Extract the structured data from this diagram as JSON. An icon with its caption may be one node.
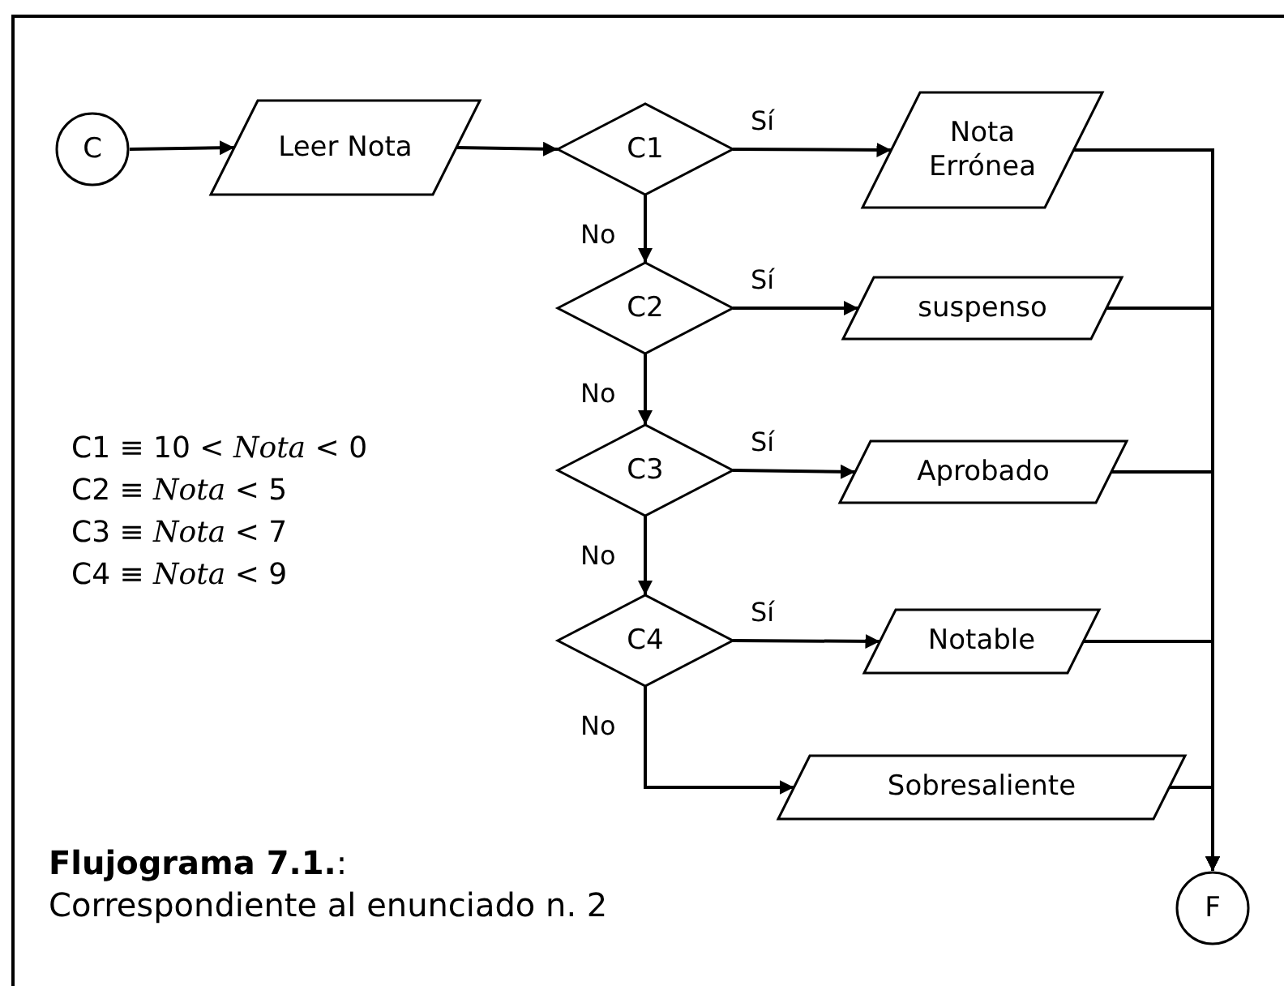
{
  "diagram": {
    "title": "**Flujograma 7.1.**:",
    "caption": "Correspondiente al enunciado n. 2",
    "nodes": [
      {
        "text": [
          "C"
        ]
      },
      {
        "text": [
          "Leer Nota"
        ]
      },
      {
        "text": [
          "C1"
        ]
      },
      {
        "text": [
          "Nota Errónea"
        ]
      },
      {
        "text": [
          "C2"
        ]
      },
      {
        "text": [
          "suspenso"
        ]
      },
      {
        "text": [
          "C3"
        ]
      },
      {
        "text": [
          "Aprobado"
        ]
      },
      {
        "text": [
          "C4"
        ]
      },
      {
        "text": [
          "Notable"
        ]
      },
      {
        "text": [
          "Sobresaliente"
        ]
      },
      {
        "text": [
          "F"
        ]
      }
    ],
    "edges": [
      {
        "from": 0,
        "to": 1,
        "arrow": "to"
      },
      {
        "from": 1,
        "to": 2,
        "arrow": "to"
      },
      {
        "from": 2,
        "to": 3,
        "arrow": "to",
        "label": "Sí"
      },
      {
        "from": 2,
        "to": 4,
        "arrow": "to",
        "label": "No"
      },
      {
        "from": 4,
        "to": 5,
        "arrow": "to",
        "label": "Sí"
      },
      {
        "from": 4,
        "to": 6,
        "arrow": "to",
        "label": "No"
      },
      {
        "from": 6,
        "to": 7,
        "arrow": "to",
        "label": "Sí"
      },
      {
        "from": 6,
        "to": 8,
        "arrow": "to",
        "label": "No"
      },
      {
        "from": 8,
        "to": 9,
        "arrow": "to",
        "label": "Sí"
      },
      {
        "from": 8,
        "to": 10,
        "arrow": "to",
        "label": "No"
      },
      {
        "from": 3,
        "to": 11,
        "arrow": "to"
      },
      {
        "from": 5,
        "to": 11,
        "arrow": "to"
      },
      {
        "from": 7,
        "to": 11,
        "arrow": "to"
      },
      {
        "from": 9,
        "to": 11,
        "arrow": "to"
      },
      {
        "from": 10,
        "to": 11,
        "arrow": "to"
      }
    ],
    "labels": [
      "C1 ≡ 10 < *Nota* < 0",
      "C2 ≡ *Nota* < 5",
      "C3 ≡ *Nota* < 7",
      "C4 ≡ *Nota* < 9"
    ]
  }
}
